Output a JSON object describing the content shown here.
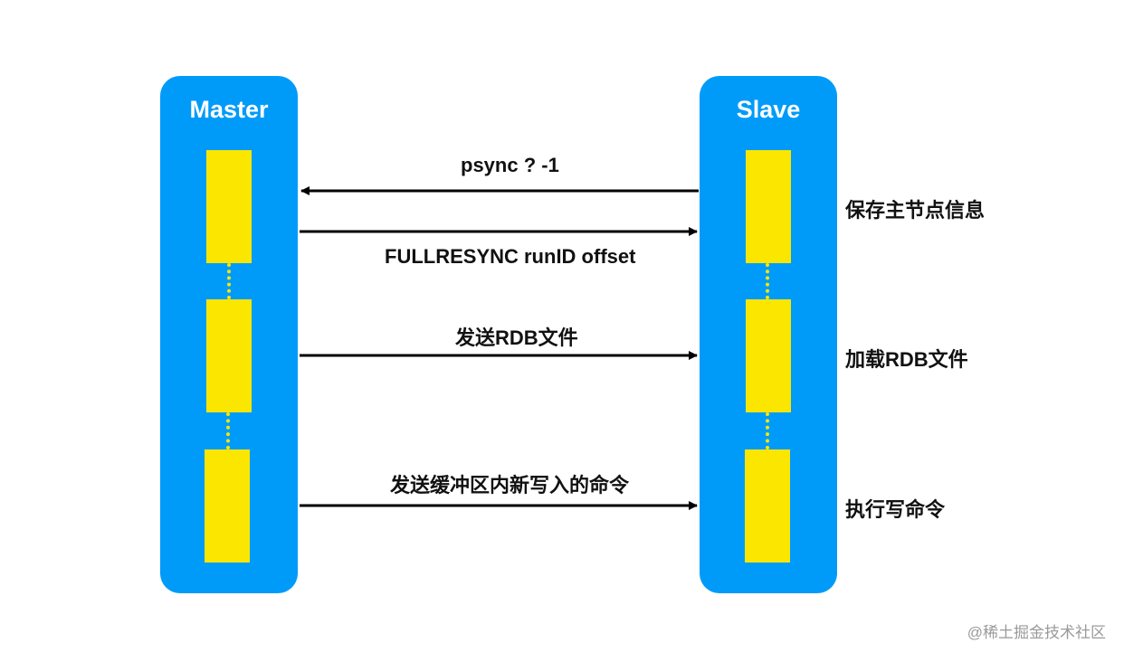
{
  "diagram": {
    "type": "sequence",
    "colors": {
      "lane": "#009bf9",
      "activation": "#fbe600",
      "arrow": "#000000",
      "watermark": "#9a9a9a"
    },
    "participants": [
      {
        "id": "master",
        "label": "Master"
      },
      {
        "id": "slave",
        "label": "Slave"
      }
    ],
    "messages": [
      {
        "from": "slave",
        "to": "master",
        "label": "psync ? -1",
        "label_position": "above"
      },
      {
        "from": "master",
        "to": "slave",
        "label": "FULLRESYNC runID offset",
        "label_position": "below"
      },
      {
        "from": "master",
        "to": "slave",
        "label": "发送RDB文件",
        "label_position": "above"
      },
      {
        "from": "master",
        "to": "slave",
        "label": "发送缓冲区内新写入的命令",
        "label_position": "above"
      }
    ],
    "slave_steps": [
      {
        "label": "保存主节点信息"
      },
      {
        "label": "加载RDB文件"
      },
      {
        "label": "执行写命令"
      }
    ],
    "watermark": "@稀土掘金技术社区"
  }
}
